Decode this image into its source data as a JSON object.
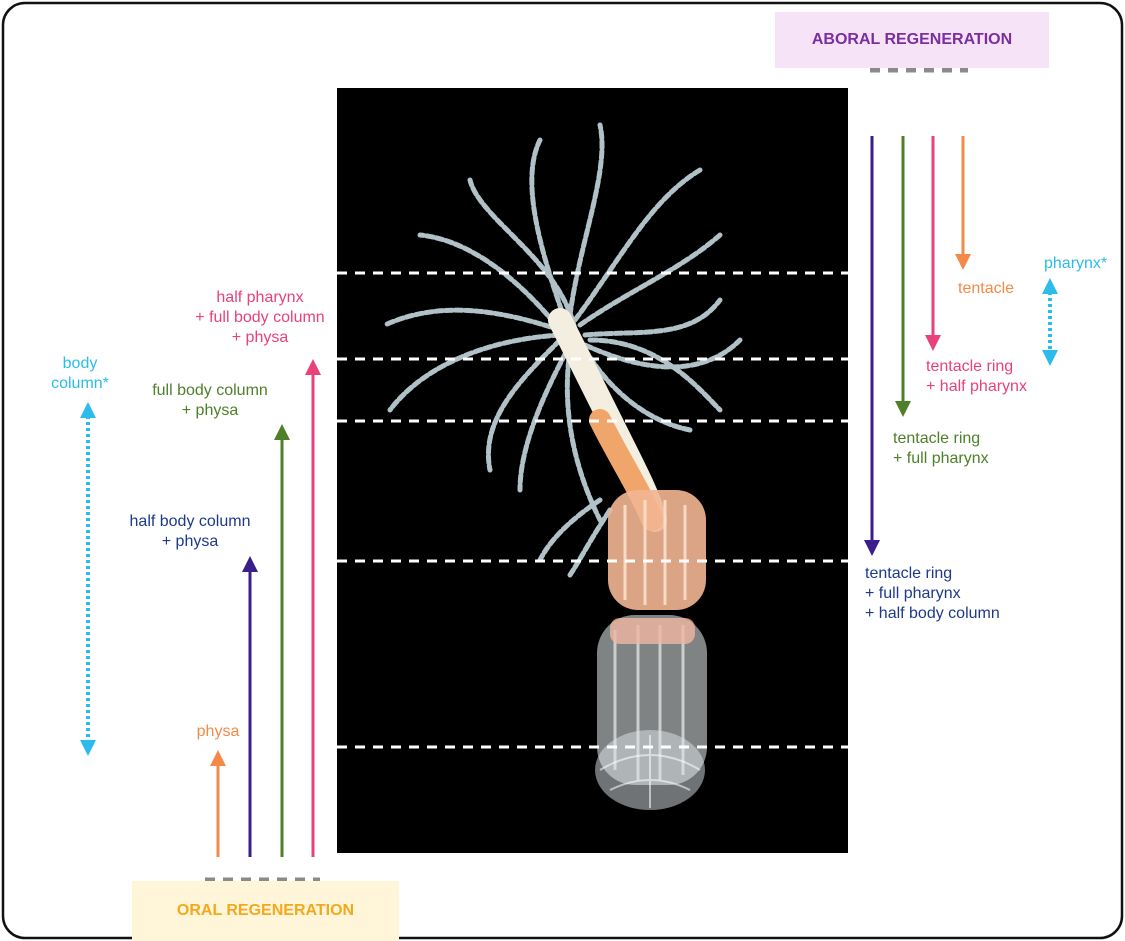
{
  "aboral_banner": {
    "label": "ABORAL REGENERATION",
    "bg": "#f6e3f8",
    "color": "#7b2f9e"
  },
  "oral_banner": {
    "label": "ORAL REGENERATION",
    "bg": "#fff5d9",
    "color": "#f4a81d"
  },
  "colors": {
    "orange": "#f28a4a",
    "indigo": "#3a1f8c",
    "green": "#4e7f2a",
    "pink": "#e8427a",
    "cyan": "#2bbcec",
    "navy": "#1d3a8a",
    "dash_grey": "#8a8a8a"
  },
  "oral_labels": {
    "physa": "physa",
    "half_body_column": [
      "half body column",
      "+ physa"
    ],
    "full_body_column": [
      "full body column",
      "+ physa"
    ],
    "half_pharynx": [
      "half pharynx",
      "+ full body column",
      "+ physa"
    ],
    "body_column_star": [
      "body",
      "column*"
    ]
  },
  "aboral_labels": {
    "tentacle": "tentacle",
    "tentacle_ring_half_pharynx": [
      "tentacle ring",
      "+ half pharynx"
    ],
    "tentacle_ring_full_pharynx": [
      "tentacle ring",
      "+ full pharynx"
    ],
    "tentacle_ring_full_pharynx_half_body": [
      "tentacle ring",
      "+ full pharynx",
      "+ half body column"
    ],
    "pharynx_star": "pharynx*"
  }
}
